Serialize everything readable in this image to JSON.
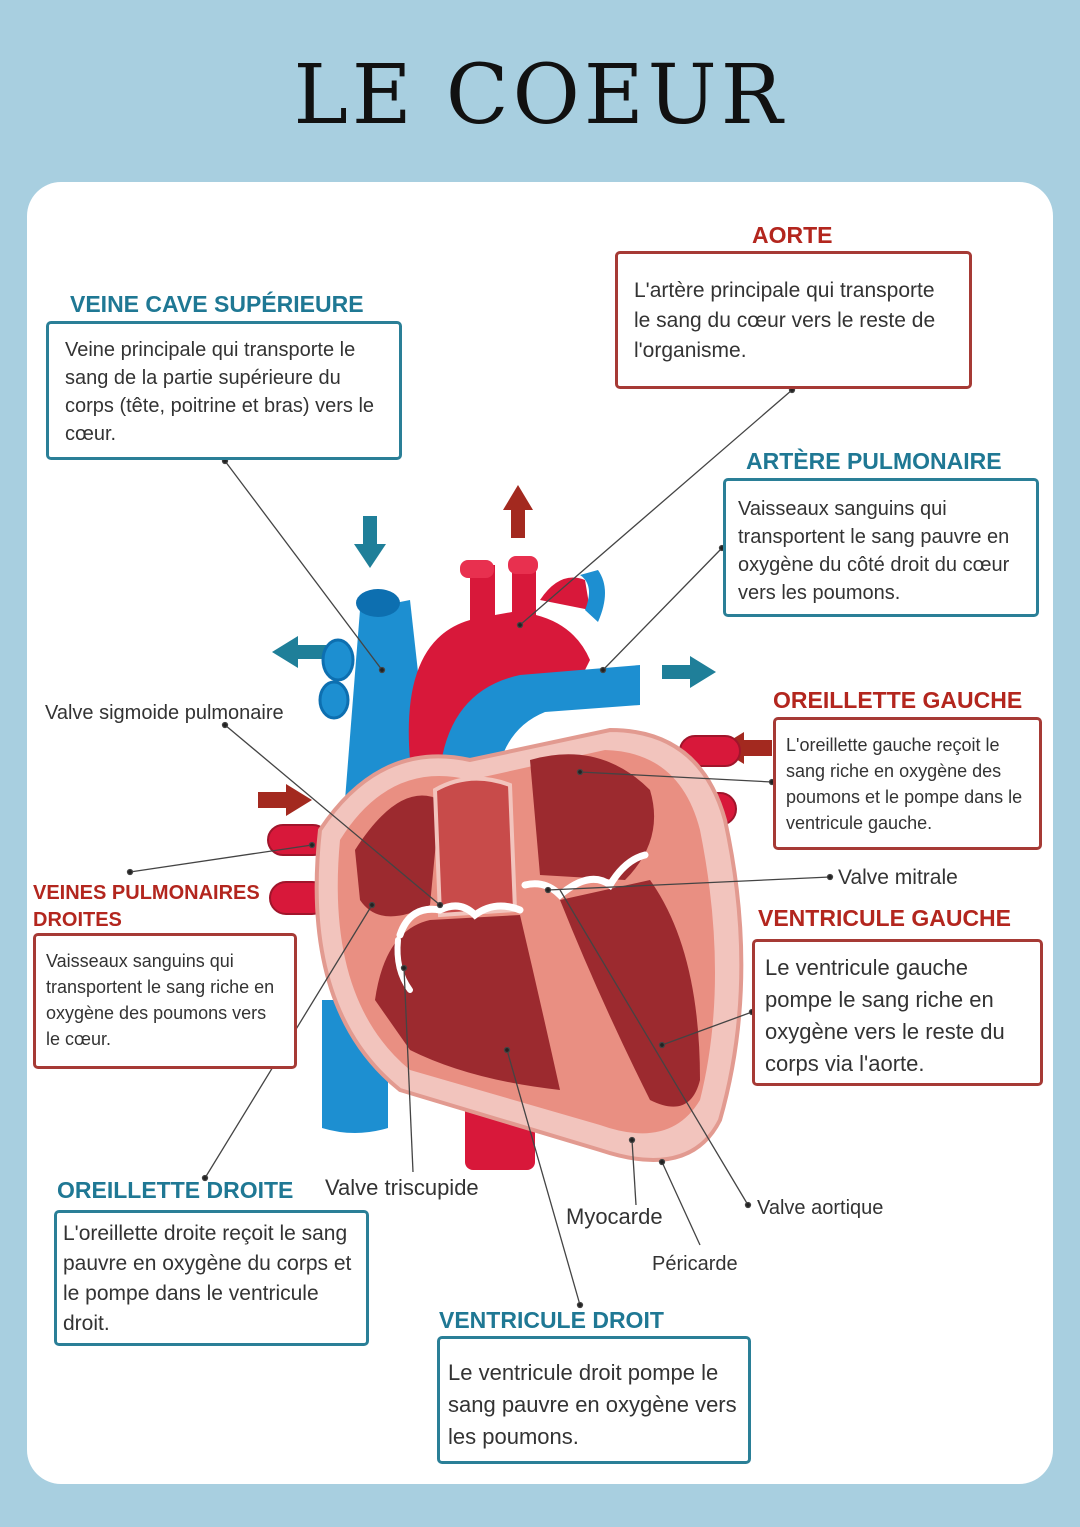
{
  "title": "LE COEUR",
  "colors": {
    "background": "#a8cfe0",
    "heading_blue": "#1f7894",
    "heading_red": "#b3261e",
    "vein_blue": "#1d8fd1",
    "artery_red": "#d8183a",
    "muscle": "#9c2a2f"
  },
  "labels": {
    "veine_cave": {
      "heading": "VEINE CAVE SUPÉRIEURE",
      "text": "Veine principale qui transporte le sang de la partie supérieure du corps (tête, poitrine et bras) vers le cœur."
    },
    "aorte": {
      "heading": "AORTE",
      "text": "L'artère principale qui transporte le sang du cœur vers le reste de l'organisme."
    },
    "artere_pulmonaire": {
      "heading": "ARTÈRE PULMONAIRE",
      "text": "Vaisseaux sanguins qui transportent le sang pauvre en oxygène du côté droit du cœur vers les poumons."
    },
    "oreillette_gauche": {
      "heading": "OREILLETTE GAUCHE",
      "text": "L'oreillette gauche reçoit le sang riche en oxygène des poumons et le pompe dans le ventricule gauche."
    },
    "veines_pulmonaires": {
      "heading_line1": "VEINES PULMONAIRES",
      "heading_line2": "DROITES",
      "text": "Vaisseaux sanguins qui transportent le sang riche en oxygène des poumons vers le cœur."
    },
    "ventricule_gauche": {
      "heading": "VENTRICULE GAUCHE",
      "text": "Le ventricule gauche pompe le sang riche en oxygène vers le reste du corps via l'aorte."
    },
    "oreillette_droite": {
      "heading": "OREILLETTE DROITE",
      "text": "L'oreillette droite reçoit le sang pauvre en oxygène du corps et le pompe dans le ventricule droit."
    },
    "ventricule_droit": {
      "heading": "VENTRICULE DROIT",
      "text": "Le ventricule droit pompe le sang pauvre en oxygène vers les poumons."
    },
    "small": {
      "valve_sigmoide": "Valve sigmoide pulmonaire",
      "valve_mitrale": "Valve mitrale",
      "valve_triscupide": "Valve triscupide",
      "myocarde": "Myocarde",
      "pericarde": "Péricarde",
      "valve_aortique": "Valve aortique"
    }
  }
}
